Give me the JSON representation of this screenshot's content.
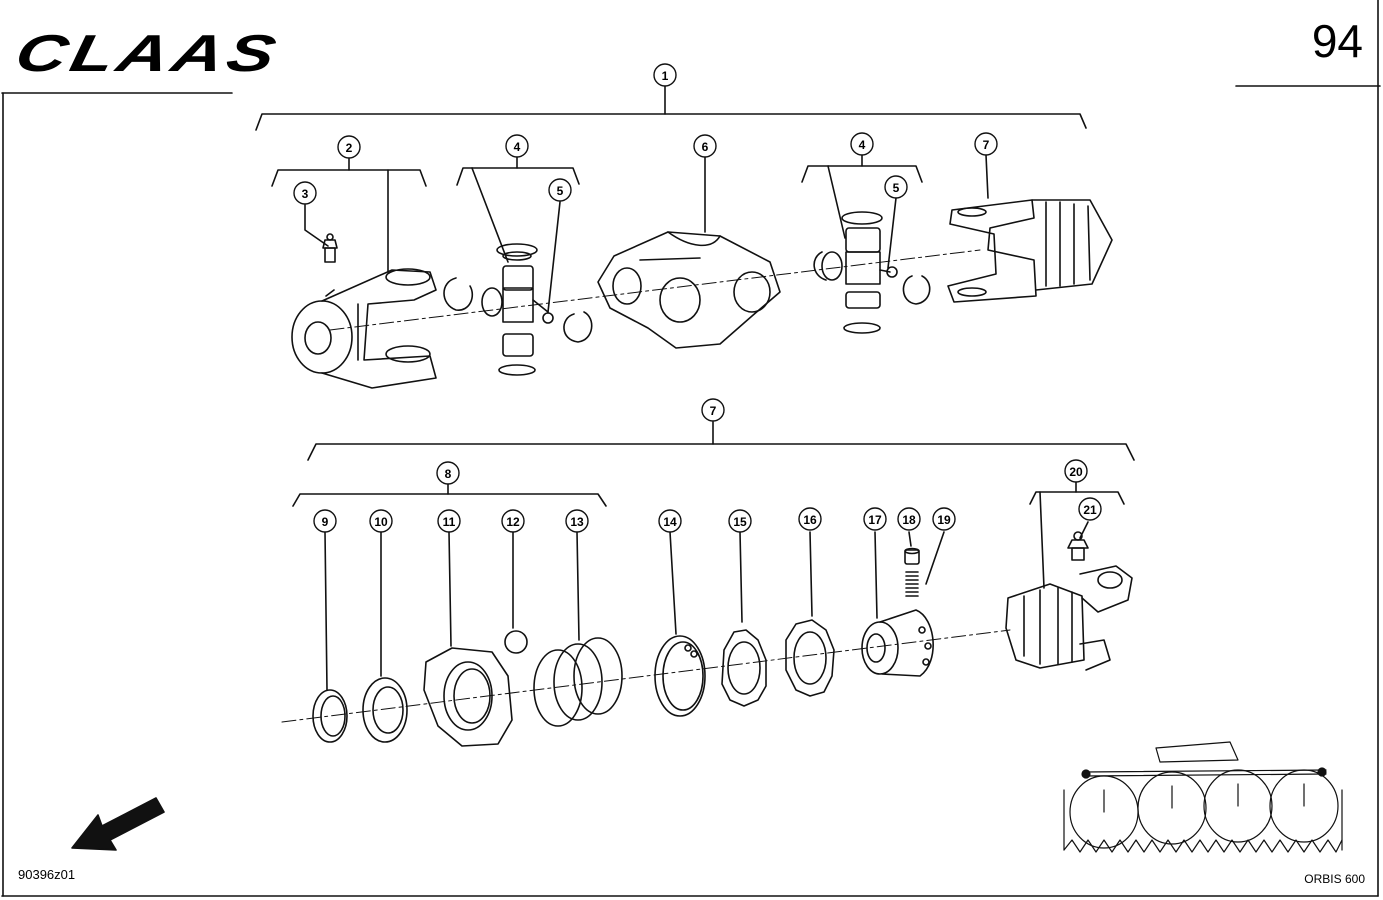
{
  "header": {
    "brand": "CLAAS",
    "page_number": "94"
  },
  "footer": {
    "reference_code": "90396z01",
    "model": "ORBIS 600"
  },
  "callouts": [
    "1",
    "2",
    "3",
    "4",
    "5",
    "6",
    "4",
    "5",
    "7",
    "7",
    "8",
    "9",
    "10",
    "11",
    "12",
    "13",
    "14",
    "15",
    "16",
    "17",
    "18",
    "19",
    "20",
    "21"
  ],
  "colors": {
    "ink": "#111111",
    "paper": "#ffffff",
    "shade": "#dddddd"
  },
  "icons": [
    "direction-arrow-icon",
    "machine-thumbnail-icon"
  ]
}
